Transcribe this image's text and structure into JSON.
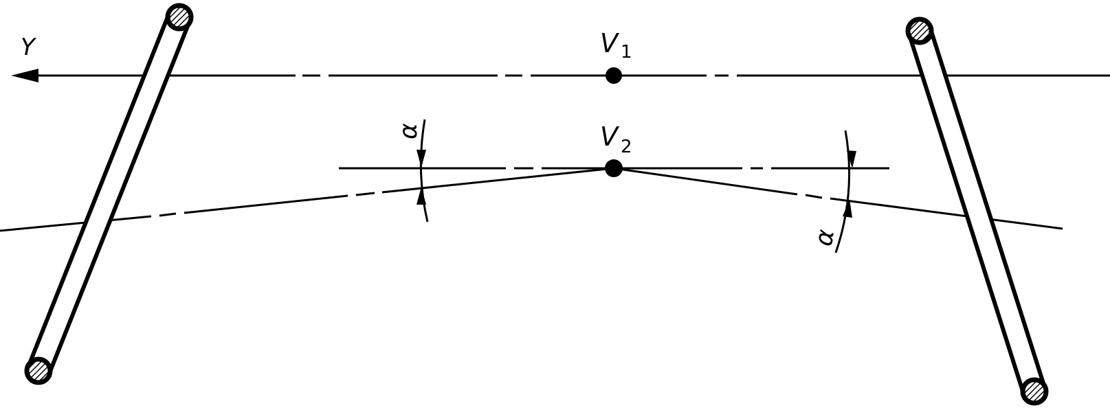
{
  "labels": {
    "axis_label": "Y",
    "point_1": {
      "letter": "V",
      "subscript": "1"
    },
    "point_2": {
      "letter": "V",
      "subscript": "2"
    },
    "angle_left": "α",
    "angle_right": "α"
  },
  "colors": {
    "ink": "#000000",
    "background": "#ffffff"
  }
}
